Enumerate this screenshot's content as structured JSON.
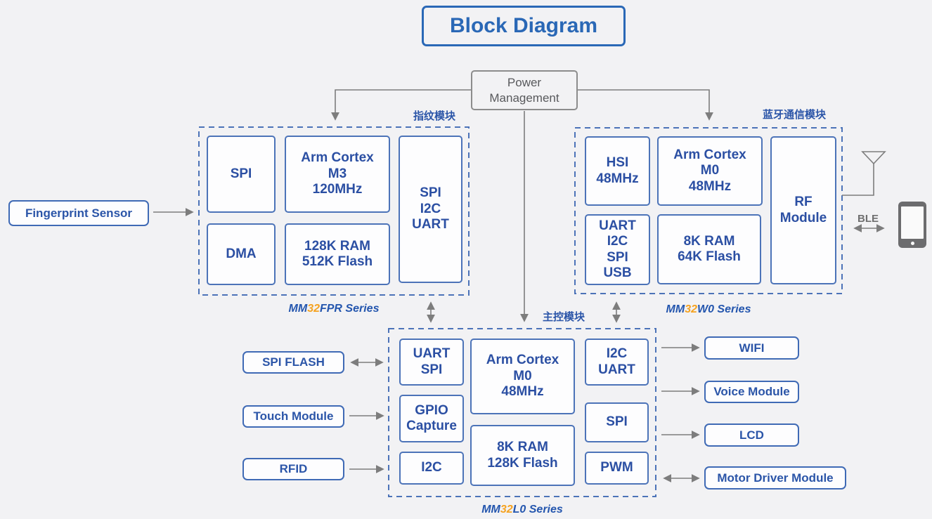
{
  "title": "Block Diagram",
  "power_management": {
    "lines": [
      "Power",
      "Management"
    ]
  },
  "groups": {
    "fingerprint": {
      "label": "指纹模块",
      "series": {
        "prefix": "MM",
        "number": "32",
        "suffix": "FPR Series"
      },
      "blocks": {
        "spi": {
          "lines": [
            "SPI"
          ]
        },
        "cpu": {
          "lines": [
            "Arm Cortex",
            "M3",
            "120MHz"
          ]
        },
        "dma": {
          "lines": [
            "DMA"
          ]
        },
        "memory": {
          "lines": [
            "128K RAM",
            "512K Flash"
          ]
        },
        "peripherals": {
          "lines": [
            "SPI",
            "I2C",
            "UART"
          ]
        }
      }
    },
    "bluetooth": {
      "label": "蓝牙通信模块",
      "series": {
        "prefix": "MM",
        "number": "32",
        "suffix": "W0 Series"
      },
      "blocks": {
        "hsi": {
          "lines": [
            "HSI",
            "48MHz"
          ]
        },
        "cpu": {
          "lines": [
            "Arm Cortex",
            "M0",
            "48MHz"
          ]
        },
        "peripherals": {
          "lines": [
            "UART",
            "I2C",
            "SPI",
            "USB"
          ]
        },
        "memory": {
          "lines": [
            "8K RAM",
            "64K Flash"
          ]
        },
        "rf": {
          "lines": [
            "RF",
            "Module"
          ]
        }
      }
    },
    "main": {
      "label": "主控模块",
      "series": {
        "prefix": "MM",
        "number": "32",
        "suffix": "L0 Series"
      },
      "blocks": {
        "uart_spi": {
          "lines": [
            "UART",
            "SPI"
          ]
        },
        "gpio": {
          "lines": [
            "GPIO",
            "Capture"
          ]
        },
        "i2c": {
          "lines": [
            "I2C"
          ]
        },
        "cpu": {
          "lines": [
            "Arm Cortex",
            "M0",
            "48MHz"
          ]
        },
        "memory": {
          "lines": [
            "8K RAM",
            "128K Flash"
          ]
        },
        "i2c_uart": {
          "lines": [
            "I2C",
            "UART"
          ]
        },
        "spi": {
          "lines": [
            "SPI"
          ]
        },
        "pwm": {
          "lines": [
            "PWM"
          ]
        }
      }
    }
  },
  "peripherals_left": [
    {
      "label": "Fingerprint Sensor"
    },
    {
      "label": "SPI FLASH"
    },
    {
      "label": "Touch Module"
    },
    {
      "label": "RFID"
    }
  ],
  "peripherals_right": [
    {
      "label": "WIFI"
    },
    {
      "label": "Voice Module"
    },
    {
      "label": "LCD"
    },
    {
      "label": "Motor Driver Module"
    }
  ],
  "ble": {
    "label": "BLE"
  },
  "icons": {
    "antenna": "antenna-icon",
    "phone": "phone-icon"
  },
  "colors": {
    "accent_blue": "#2b55a8",
    "border_blue": "#4c73b8",
    "title_blue": "#2a68b6",
    "orange": "#f5a322",
    "line_gray": "#7d7d7d",
    "background": "#f2f2f4"
  }
}
